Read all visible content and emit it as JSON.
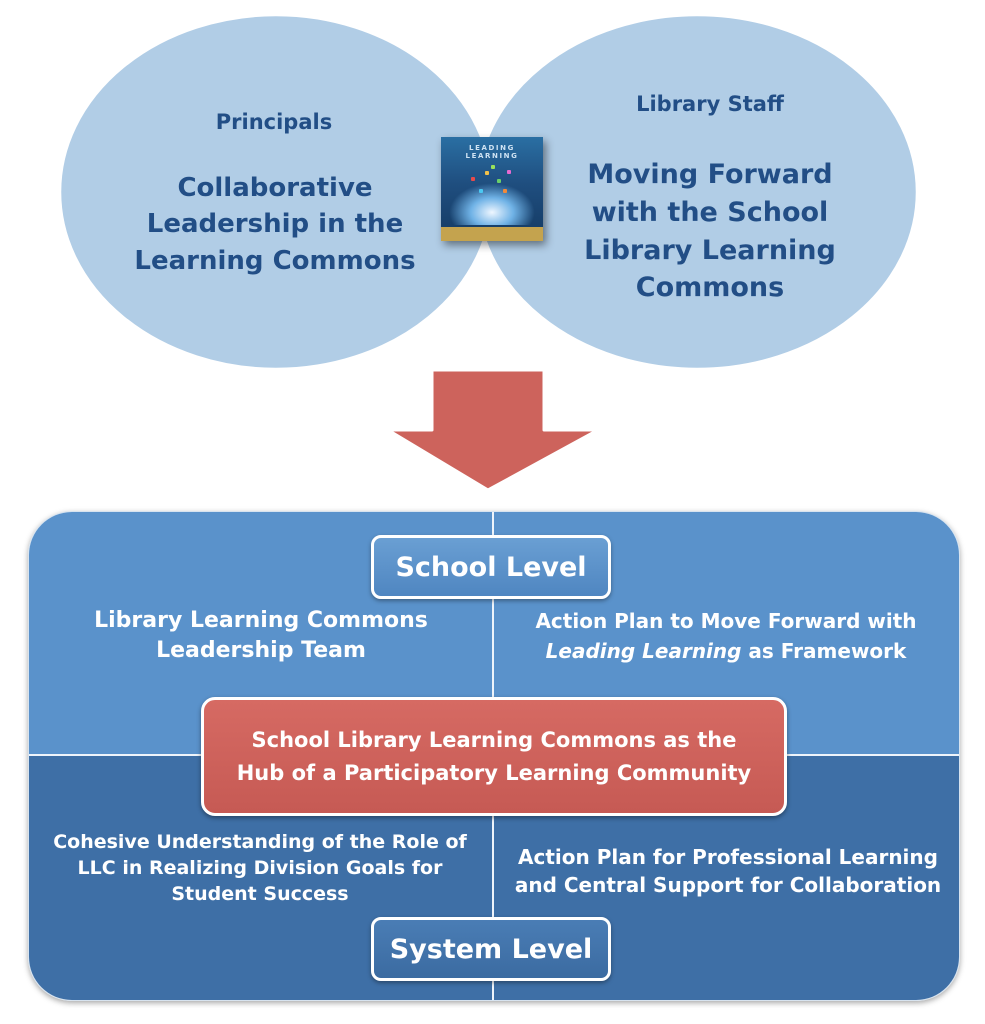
{
  "venn": {
    "left": {
      "role": "Principals",
      "title_lines": [
        "Collaborative",
        "Leadership in the",
        "Learning Commons"
      ]
    },
    "right": {
      "role": "Library Staff",
      "title_lines": [
        "Moving Forward",
        "with the School",
        "Library Learning",
        "Commons"
      ]
    },
    "book_title": "LEADING LEARNING"
  },
  "panel": {
    "school_level_label": "School Level",
    "system_level_label": "System Level",
    "top_left_lines": [
      "Library Learning Commons",
      "Leadership Team"
    ],
    "top_right_line1": "Action Plan to Move Forward with",
    "top_right_line2_italic": "Leading Learning",
    "top_right_line2_rest": " as Framework",
    "hub_lines": [
      "School Library Learning Commons as the",
      "Hub of a Participatory Learning Community"
    ],
    "bottom_left_lines": [
      "Cohesive Understanding of the Role of",
      "LLC in Realizing Division Goals for",
      "Student Success"
    ],
    "bottom_right_lines": [
      "Action Plan for Professional Learning",
      "and Central Support for Collaboration"
    ]
  },
  "colors": {
    "circle": "#b1cde6",
    "overlap": "#86acd5",
    "text_blue": "#224e86",
    "arrow": "#cd635c",
    "panel_top": "#5a92cb",
    "panel_bottom": "#3e6fa6",
    "hub": "#c65a54"
  }
}
